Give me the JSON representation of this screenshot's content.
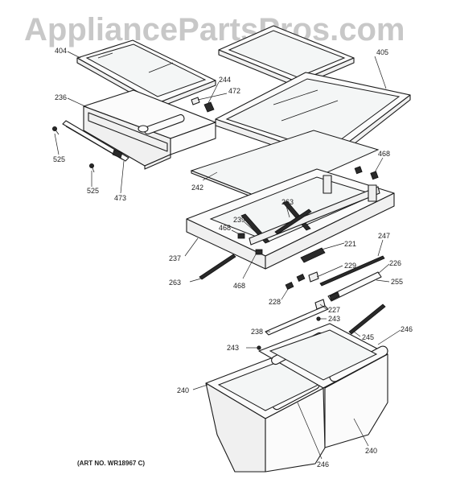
{
  "watermark": "AppliancePartsPros.com",
  "art_number": "(ART NO. WR18967 C)",
  "callouts": [
    {
      "id": "404",
      "label": "404"
    },
    {
      "id": "405",
      "label": "405"
    },
    {
      "id": "244",
      "label": "244"
    },
    {
      "id": "472",
      "label": "472"
    },
    {
      "id": "236",
      "label": "236"
    },
    {
      "id": "525a",
      "label": "525"
    },
    {
      "id": "525b",
      "label": "525"
    },
    {
      "id": "473",
      "label": "473"
    },
    {
      "id": "468a",
      "label": "468"
    },
    {
      "id": "242",
      "label": "242"
    },
    {
      "id": "263a",
      "label": "263"
    },
    {
      "id": "239",
      "label": "239"
    },
    {
      "id": "468b",
      "label": "468"
    },
    {
      "id": "221",
      "label": "221"
    },
    {
      "id": "247",
      "label": "247"
    },
    {
      "id": "237",
      "label": "237"
    },
    {
      "id": "229",
      "label": "229"
    },
    {
      "id": "226",
      "label": "226"
    },
    {
      "id": "468c",
      "label": "468"
    },
    {
      "id": "263b",
      "label": "263"
    },
    {
      "id": "255",
      "label": "255"
    },
    {
      "id": "228",
      "label": "228"
    },
    {
      "id": "227",
      "label": "227"
    },
    {
      "id": "243a",
      "label": "243"
    },
    {
      "id": "238",
      "label": "238"
    },
    {
      "id": "245",
      "label": "245"
    },
    {
      "id": "246a",
      "label": "246"
    },
    {
      "id": "243b",
      "label": "243"
    },
    {
      "id": "240a",
      "label": "240"
    },
    {
      "id": "240b",
      "label": "240"
    },
    {
      "id": "246b",
      "label": "246"
    }
  ]
}
